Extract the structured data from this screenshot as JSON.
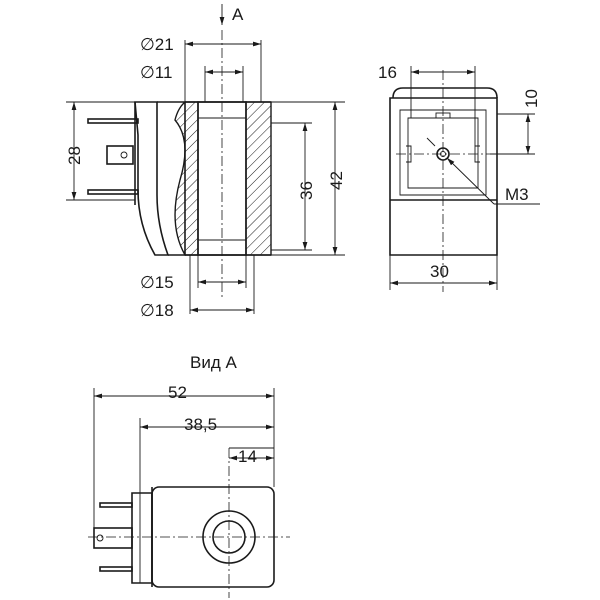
{
  "view_arrow_label": "A",
  "side_view": {
    "dims": {
      "d21": "∅21",
      "d11": "∅11",
      "d15": "∅15",
      "d18": "∅18",
      "h28": "28",
      "h36": "36",
      "h42": "42"
    }
  },
  "front_view": {
    "dims": {
      "w16": "16",
      "h10": "10",
      "thread": "M3",
      "w30": "30"
    }
  },
  "view_a": {
    "title": "Вид А",
    "dims": {
      "l52": "52",
      "l38_5": "38,5",
      "l14": "14"
    }
  }
}
